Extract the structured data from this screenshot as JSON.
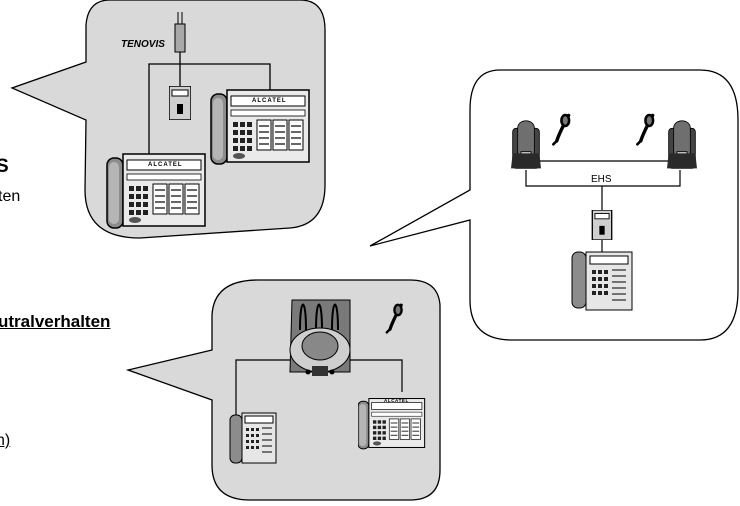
{
  "text_fragments": {
    "heading_s": "S",
    "ten": "ten",
    "utralverhalten": "utralverhalten",
    "n_paren": "n)"
  },
  "panel_top": {
    "brand_label": "TENOVIS",
    "phone_label_1": "ALCATEL",
    "phone_label_2": "ALCATEL"
  },
  "panel_right": {
    "bus_label": "EHS"
  },
  "panel_bottom": {
    "phone_label": "ALCATEL"
  },
  "colors": {
    "bubble_fill": "#d9d9d9",
    "device_dark": "#7f7f7f",
    "device_light": "#d9d9d9",
    "line": "#000000"
  }
}
